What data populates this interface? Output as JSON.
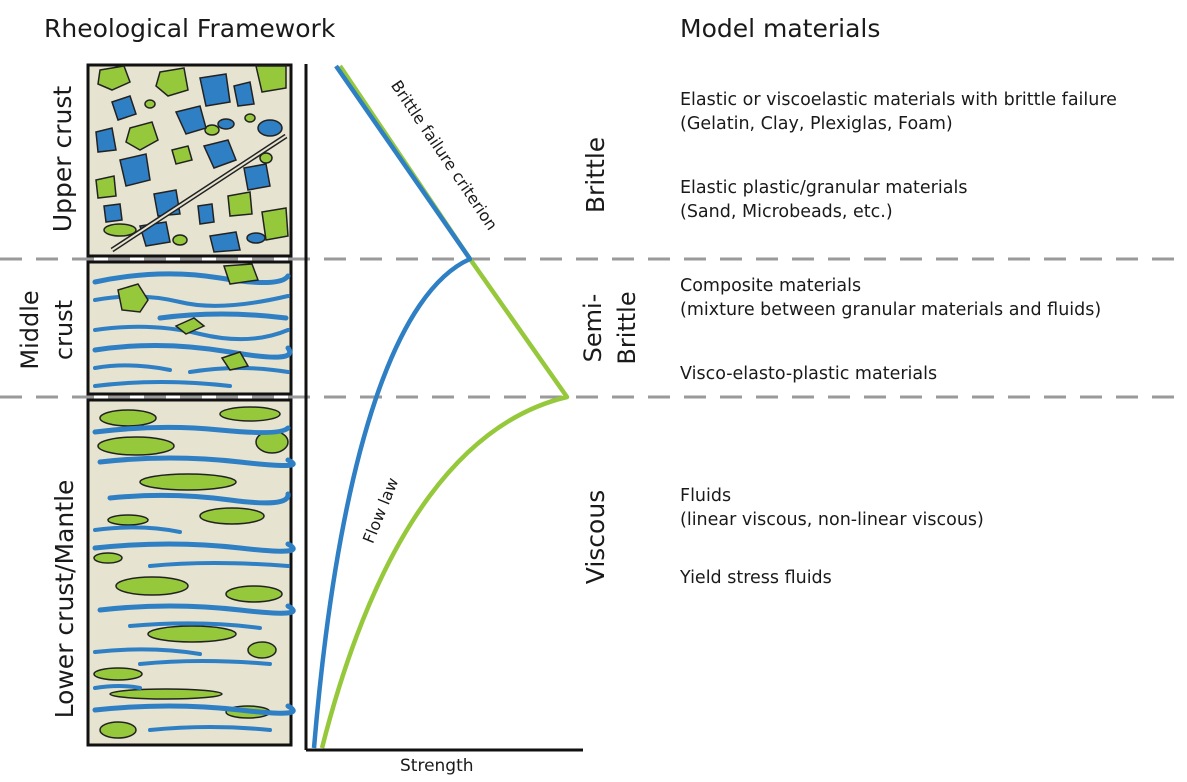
{
  "titles": {
    "left": "Rheological Framework",
    "right": "Model materials"
  },
  "layers": {
    "upper": "Upper crust",
    "middle_line1": "Middle",
    "middle_line2": "crust",
    "lower": "Lower crust/Mantle"
  },
  "curve_labels": {
    "brittle": "Brittle failure criterion",
    "flow": "Flow law"
  },
  "x_axis_label": "Strength",
  "regimes": {
    "brittle": "Brittle",
    "semi_line1": "Semi-",
    "semi_line2": "Brittle",
    "viscous": "Viscous"
  },
  "materials": {
    "brittle_1_line1": "Elastic or viscoelastic materials with brittle failure",
    "brittle_1_line2": "(Gelatin, Clay, Plexiglas, Foam)",
    "brittle_2_line1": "Elastic plastic/granular materials",
    "brittle_2_line2": "(Sand, Microbeads, etc.)",
    "semi_1_line1": "Composite materials",
    "semi_1_line2": "(mixture between granular materials and fluids)",
    "semi_2": "Visco-elasto-plastic materials",
    "viscous_1_line1": "Fluids",
    "viscous_1_line2": "(linear viscous, non-linear viscous)",
    "viscous_2": "Yield stress fluids"
  },
  "colors": {
    "blue": "#2f7fc4",
    "green": "#96c83c",
    "matrix": "#e6e3d0",
    "dash": "#9a9a9a"
  }
}
